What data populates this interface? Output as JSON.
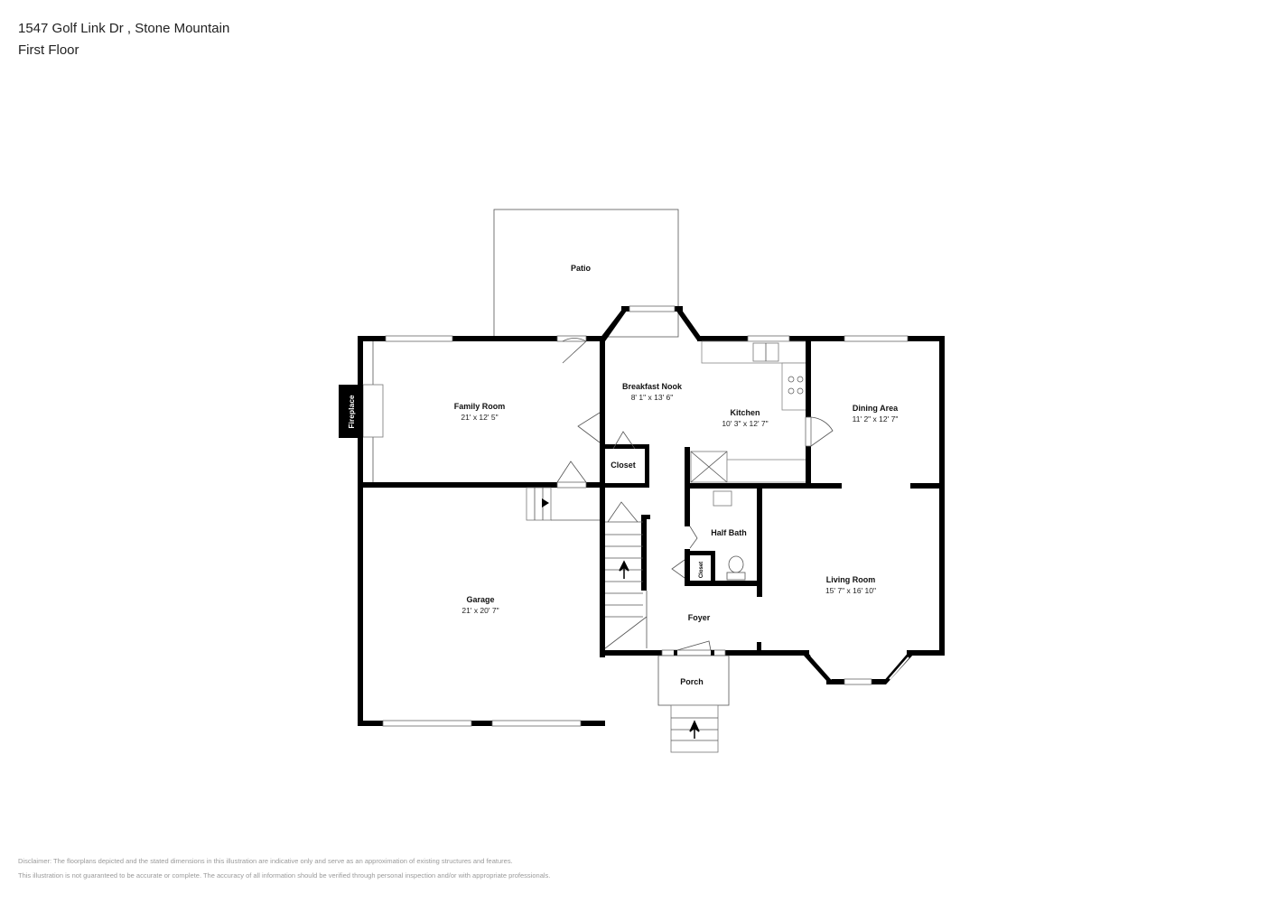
{
  "header": {
    "address": "1547 Golf Link Dr , Stone Mountain",
    "floor": "First Floor"
  },
  "rooms": {
    "patio": {
      "name": "Patio"
    },
    "family_room": {
      "name": "Family Room",
      "dims": "21' x 12' 5\""
    },
    "fireplace": {
      "name": "Fireplace"
    },
    "breakfast_nook": {
      "name": "Breakfast Nook",
      "dims": "8' 1\" x 13' 6\""
    },
    "kitchen": {
      "name": "Kitchen",
      "dims": "10' 3\" x 12' 7\""
    },
    "dining_area": {
      "name": "Dining Area",
      "dims": "11' 2\" x 12' 7\""
    },
    "closet_nook": {
      "name": "Closet"
    },
    "half_bath": {
      "name": "Half Bath"
    },
    "closet_bath": {
      "name": "Closet"
    },
    "living_room": {
      "name": "Living Room",
      "dims": "15' 7\" x 16' 10\""
    },
    "garage": {
      "name": "Garage",
      "dims": "21' x 20' 7\""
    },
    "foyer": {
      "name": "Foyer"
    },
    "porch": {
      "name": "Porch"
    }
  },
  "disclaimer": {
    "line1": "Disclaimer: The floorplans depicted and the stated dimensions in this illustration are indicative only and serve as an approximation of existing structures and features.",
    "line2": "This illustration is not guaranteed to be accurate or complete. The accuracy of all information should be verified through personal inspection and/or with appropriate professionals."
  }
}
